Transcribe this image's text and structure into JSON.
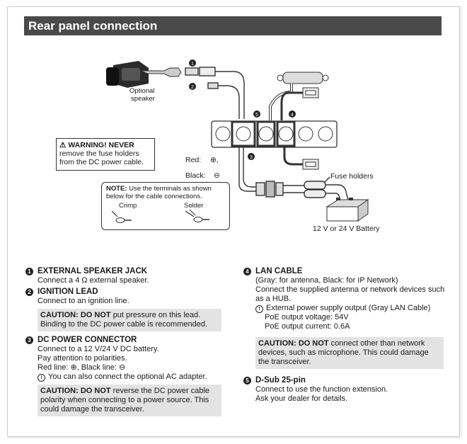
{
  "title": "Rear panel connection",
  "diagram": {
    "speaker_label_1": "Optional",
    "speaker_label_2": "speaker",
    "red_label": "Red:",
    "red_symbol": "⊕,",
    "black_label": "Black:",
    "black_symbol": "⊖",
    "fuse_label": "Fuse holders",
    "battery_label": "12 V or 24 V Battery",
    "warning_title": "⚠ WARNING! NEVER",
    "warning_text": "remove the fuse holders from the DC power cable.",
    "note_label": "NOTE:",
    "note_text": " Use the terminals as shown below for the cable connections.",
    "crimp_label": "Crimp",
    "solder_label": "Solder",
    "markers": [
      "1",
      "2",
      "3",
      "4",
      "5"
    ]
  },
  "left_column": {
    "ext_speaker": {
      "num": "1",
      "title": "EXTERNAL SPEAKER JACK",
      "text": "Connect a 4 Ω external speaker."
    },
    "ignition": {
      "num": "2",
      "title": "IGNITION LEAD",
      "text": "Connect to an ignition line.",
      "caution_label": "CAUTION: DO NOT",
      "caution_text": " put pressure on this lead. Binding to the DC power cable is recommended."
    },
    "dc_power": {
      "num": "3",
      "title": "DC POWER CONNECTOR",
      "line1": "Connect to a 12 V/24 V DC battery.",
      "line2": "Pay attention to polarities.",
      "line3": "Red line: ⊕, Black line: ⊖",
      "note": "You can also connect the optional AC adapter.",
      "caution_label": "CAUTION: DO NOT",
      "caution_text": " reverse the DC power cable polarity when connecting to a power source. This could damage the transceiver."
    }
  },
  "right_column": {
    "lan": {
      "num": "4",
      "title": "LAN CABLE",
      "line1": "(Gray: for antenna, Black: for IP Network)",
      "line2": "Connect the supplied antenna or network devices such as a HUB.",
      "note": "External power supply output (Gray LAN Cable)",
      "poe_voltage": "PoE output voltage: 54V",
      "poe_current": "PoE output current: 0.6A",
      "caution_label": "CAUTION: DO NOT",
      "caution_text": " connect other than network devices, such as microphone. This could damage the transceiver."
    },
    "dsub": {
      "num": "5",
      "title": "D-Sub 25-pin",
      "line1": "Connect to use the function extension.",
      "line2": "Ask your dealer for details."
    }
  }
}
